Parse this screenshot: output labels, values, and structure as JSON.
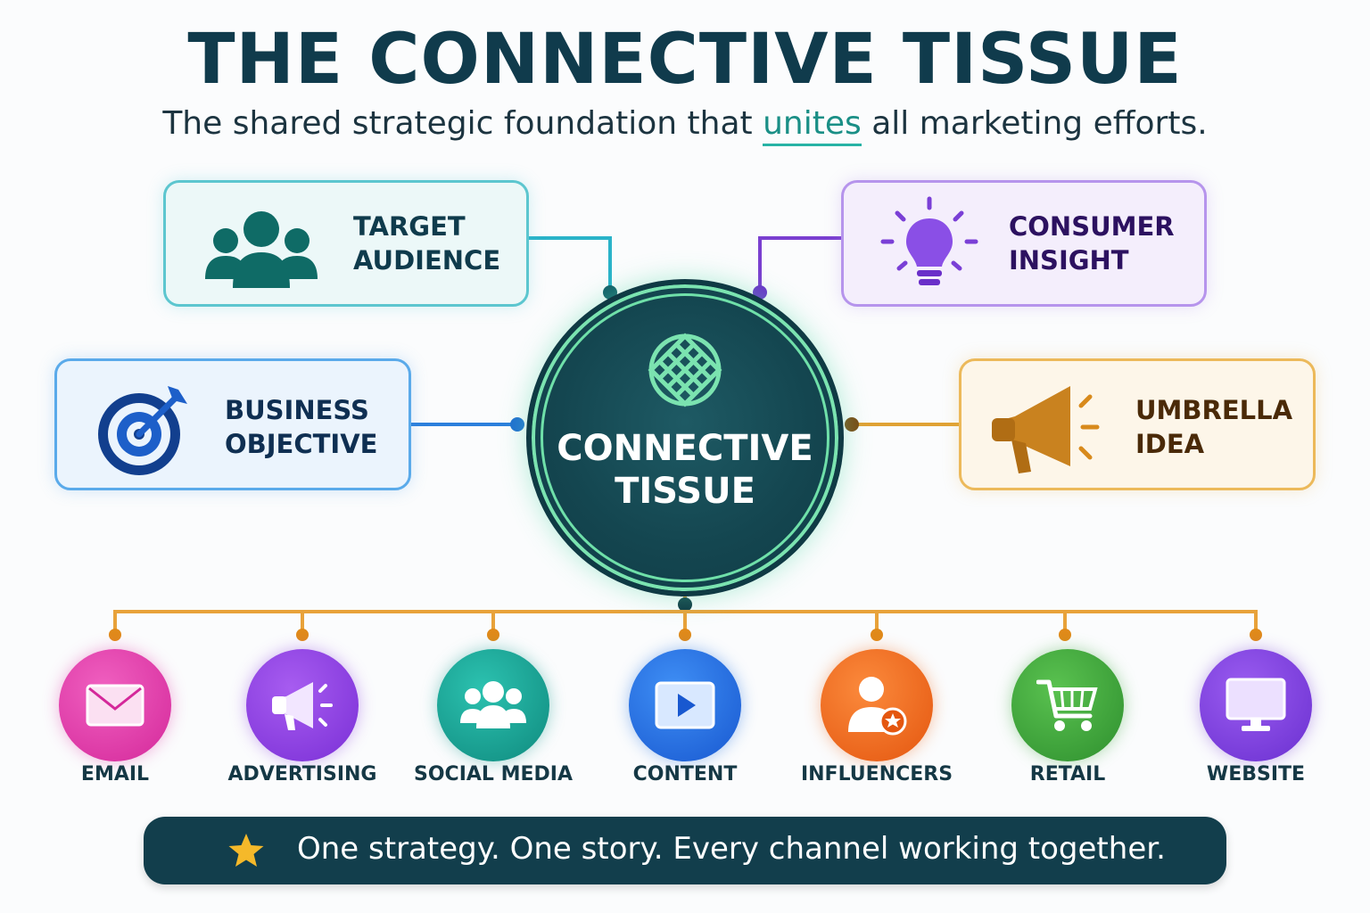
{
  "header": {
    "title": "THE CONNECTIVE TISSUE",
    "subtitle_before": "The shared strategic foundation that ",
    "subtitle_highlight": "unites",
    "subtitle_after": " all marketing efforts."
  },
  "hub": {
    "line1": "CONNECTIVE",
    "line2": "TISSUE",
    "icon": "interlaced-knot-icon"
  },
  "pillars": {
    "audience": {
      "line1": "TARGET",
      "line2": "AUDIENCE",
      "icon": "people-group-icon",
      "color": "#0f6b66"
    },
    "insight": {
      "line1": "CONSUMER",
      "line2": "INSIGHT",
      "icon": "lightbulb-icon",
      "color": "#6a2fc9"
    },
    "objective": {
      "line1": "BUSINESS",
      "line2": "OBJECTIVE",
      "icon": "target-arrow-icon",
      "color": "#123f6e"
    },
    "idea": {
      "line1": "UMBRELLA",
      "line2": "IDEA",
      "icon": "megaphone-icon",
      "color": "#6b3d0c"
    }
  },
  "channels": [
    {
      "label": "EMAIL",
      "icon": "envelope-icon",
      "color": "#e03ca8"
    },
    {
      "label": "ADVERTISING",
      "icon": "megaphone-icon",
      "color": "#8b3ee0"
    },
    {
      "label": "SOCIAL MEDIA",
      "icon": "people-group-icon",
      "color": "#139b8e"
    },
    {
      "label": "CONTENT",
      "icon": "video-play-icon",
      "color": "#1f6fe0"
    },
    {
      "label": "INFLUENCERS",
      "icon": "person-star-icon",
      "color": "#ef6a1c"
    },
    {
      "label": "RETAIL",
      "icon": "shopping-cart-icon",
      "color": "#3aa83a"
    },
    {
      "label": "WEBSITE",
      "icon": "monitor-icon",
      "color": "#7a3fd6"
    }
  ],
  "banner": {
    "icon": "star-icon",
    "text": "One strategy. One story. Every channel working together."
  }
}
